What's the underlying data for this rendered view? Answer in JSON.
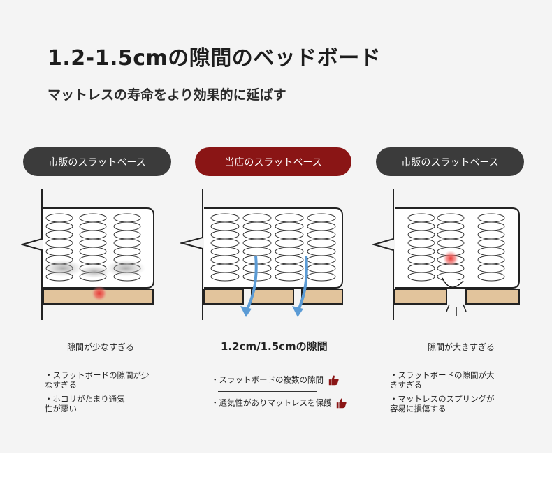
{
  "header": {
    "title": "1.2-1.5cmの隙間のベッドボード",
    "subtitle": "マットレスの寿命をより効果的に延ばす"
  },
  "panels": [
    {
      "label": "市販のスラットベース",
      "caption": "隙間が少なすぎる",
      "notes": [
        "・スラットボードの隙間が少",
        "なすぎる",
        "・ホコリがたまり通気",
        "性が悪い"
      ]
    },
    {
      "label": "当店のスラットベース",
      "caption": "1.2cm/1.5cmの隙間",
      "notes": [
        "・スラットボードの複数の隙間",
        "・通気性がありマットレスを保護"
      ]
    },
    {
      "label": "市販のスラットベース",
      "caption": "隙間が大きすぎる",
      "notes": [
        "・スラットボードの隙間が大",
        "きすぎる",
        "・マットレスのスプリングが",
        "容易に損傷する"
      ]
    }
  ],
  "colors": {
    "dark_pill": "#3b3b3b",
    "red_pill": "#8a1515",
    "slat": "#e2c49c",
    "arrow": "#5b9bd5",
    "hotspot": "#e53935",
    "thumb": "#8a1515"
  },
  "icons": [
    "thumbs-up-icon",
    "airflow-arrow-icon"
  ]
}
